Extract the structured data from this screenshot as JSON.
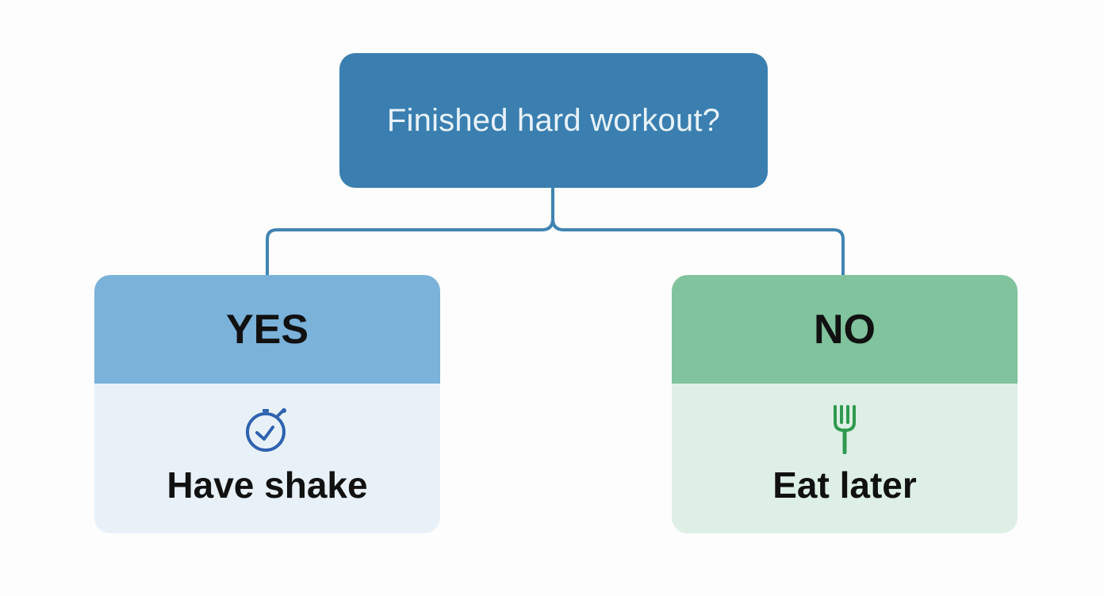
{
  "question": {
    "text": "Finished hard workout?"
  },
  "branches": [
    {
      "label": "YES",
      "action": "Have shake",
      "icon": "stopwatch-icon",
      "header_color": "#7ab2da",
      "body_color": "#e9f1f8",
      "icon_color": "#2f62b0"
    },
    {
      "label": "NO",
      "action": "Eat later",
      "icon": "fork-icon",
      "header_color": "#80c39c",
      "body_color": "#def0e6",
      "icon_color": "#2f9a50"
    }
  ],
  "colors": {
    "question_box": "#3a7fb0",
    "connector": "#3f84b2"
  }
}
